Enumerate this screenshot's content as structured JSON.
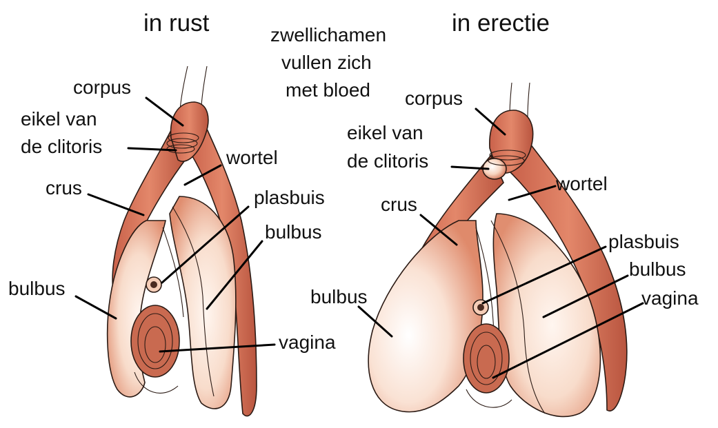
{
  "titles": {
    "rest": "in rust",
    "erection": "in erectie",
    "note_line1": "zwellichamen",
    "note_line2": "vullen zich",
    "note_line3": "met bloed"
  },
  "labels_rest": {
    "corpus": "corpus",
    "glans_line1": "eikel van",
    "glans_line2": "de clitoris",
    "crus": "crus",
    "wortel": "wortel",
    "plasbuis": "plasbuis",
    "bulbus_right": "bulbus",
    "bulbus_left": "bulbus",
    "vagina": "vagina"
  },
  "labels_erection": {
    "corpus": "corpus",
    "glans_line1": "eikel van",
    "glans_line2": "de clitoris",
    "crus": "crus",
    "wortel": "wortel",
    "plasbuis": "plasbuis",
    "bulbus_right": "bulbus",
    "bulbus_left": "bulbus",
    "vagina": "vagina"
  },
  "colors": {
    "muscle": "#d9745a",
    "muscle_dark": "#b95a42",
    "bulb_light": "#fbe6da",
    "bulb_mid": "#f2c2aa",
    "glans": "#f7d3bd",
    "outline": "#2a1a14"
  }
}
